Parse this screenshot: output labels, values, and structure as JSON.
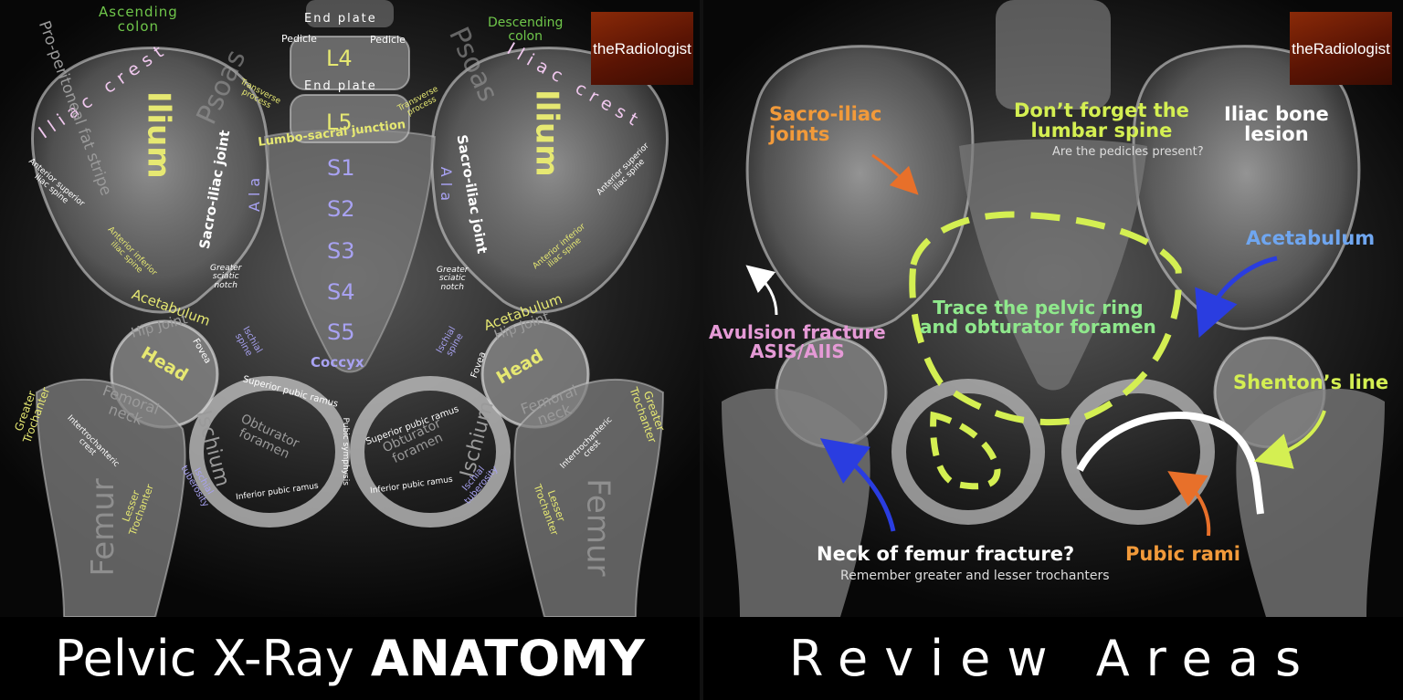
{
  "colors": {
    "yellow": "#e6e872",
    "green": "#6fc64a",
    "pink": "#f0c8ee",
    "lilac": "#a8a2f2",
    "white": "#ffffff",
    "grey": "#9a9a9a",
    "orange": "#f29a3a",
    "blue": "#6fa6f0",
    "lime": "#d4ef52",
    "mint": "#8fe88c",
    "violet": "#e59ad6",
    "arrowBlue": "#2a3de0",
    "arrowOrange": "#e8702a"
  },
  "anatomy": {
    "brand": "theRadiologist",
    "footer_light": "Pelvic X-Ray",
    "footer_bold": "ANATOMY",
    "labels": {
      "ascending_colon": "Ascending\ncolon",
      "descending_colon": "Descending\ncolon",
      "endplate_top": "End plate",
      "endplate_mid": "End plate",
      "pedicle_left": "Pedicle",
      "pedicle_right": "Pedicle",
      "l4": "L4",
      "l5": "L5",
      "transverse_left": "Transverse\nprocess",
      "transverse_right": "Transverse\nprocess",
      "lumbo_sacral": "Lumbo-sacral junction",
      "s1": "S1",
      "s2": "S2",
      "s3": "S3",
      "s4": "S4",
      "s5": "S5",
      "coccyx": "Coccyx",
      "iliac_crest_left": "Iliac crest",
      "iliac_crest_right": "Iliac crest",
      "ilium_left": "Ilium",
      "ilium_right": "Ilium",
      "psoas_left": "Psoas",
      "psoas_right": "Psoas",
      "fat_stripe": "Pro-peritoneal fat stripe",
      "si_joint_left": "Sacro-iliac joint",
      "si_joint_right": "Sacro-iliac joint",
      "ala_left": "Ala",
      "ala_right": "Ala",
      "asis_left": "Anterior superior\niliac spine",
      "asis_right": "Anterior superior\niliac spine",
      "aiis_left": "Anterior inferior\niliac spine",
      "aiis_right": "Anterior inferior\niliac spine",
      "sciatic_left": "Greater\nsciatic\nnotch",
      "sciatic_right": "Greater\nsciatic\nnotch",
      "acetabulum_left": "Acetabulum",
      "acetabulum_right": "Acetabulum",
      "hip_joint_left": "Hip Joint",
      "hip_joint_right": "Hip Joint",
      "head_left": "Head",
      "head_right": "Head",
      "fovea_left": "Fovea",
      "fovea_right": "Fovea",
      "ischial_spine_left": "Ischial\nspine",
      "ischial_spine_right": "Ischial\nspine",
      "gt_left": "Greater\nTrochanter",
      "gt_right": "Greater\nTrochanter",
      "fem_neck_left": "Femoral\nneck",
      "fem_neck_right": "Femoral\nneck",
      "intertroch_left": "Intertrochanteric\ncrest",
      "intertroch_right": "Intertrochanteric\ncrest",
      "ischium_left": "Ischium",
      "ischium_right": "Ischium",
      "obturator_left": "Obturator\nforamen",
      "obturator_right": "Obturator\nforamen",
      "sup_ramus_left": "Superior pubic ramus",
      "sup_ramus_right": "Superior pubic ramus",
      "inf_ramus_left": "Inferior pubic ramus",
      "inf_ramus_right": "Inferior pubic ramus",
      "pubic_symphysis": "Pubic symphysis",
      "isch_tub_left": "Ischial\ntuberosity",
      "isch_tub_right": "Ischial\ntuberosity",
      "lesser_left": "Lesser\nTrochanter",
      "lesser_right": "Lesser\nTrochanter",
      "femur_left": "Femur",
      "femur_right": "Femur"
    }
  },
  "review": {
    "brand": "theRadiologist",
    "footer": "Review Areas",
    "labels": {
      "si_joints": "Sacro-iliac\njoints",
      "lumbar": "Don’t forget the\nlumbar spine",
      "lumbar_sub": "Are the pedicles present?",
      "iliac_lesion": "Iliac bone\nlesion",
      "acetabulum": "Acetabulum",
      "pelvic_ring": "Trace the pelvic ring\nand obturator foramen",
      "avulsion": "Avulsion fracture\nASIS/AIIS",
      "shenton": "Shenton’s line",
      "neck_femur": "Neck of femur fracture?",
      "neck_femur_sub": "Remember greater and lesser trochanters",
      "pubic_rami": "Pubic rami"
    }
  }
}
